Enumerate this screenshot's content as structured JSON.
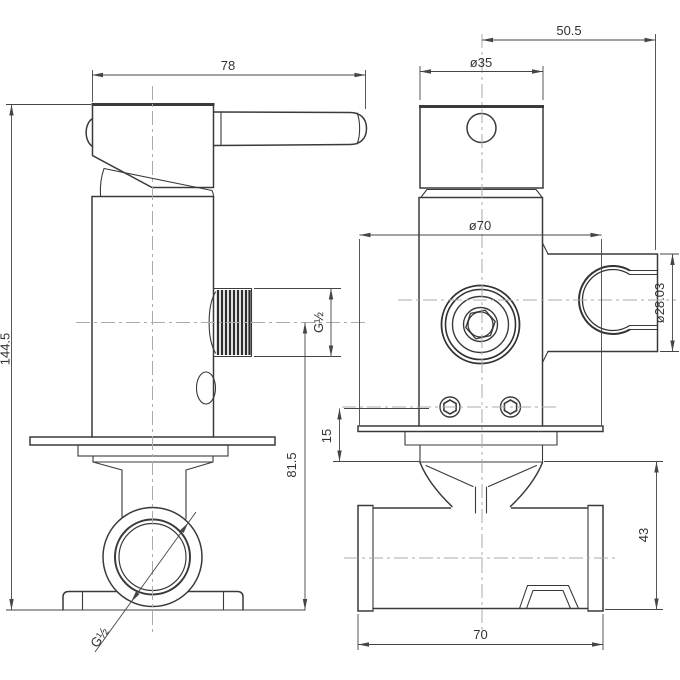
{
  "colors": {
    "line": "#3a3a3a",
    "centerline": "#ababab",
    "dimension": "#454545",
    "text": "#333333",
    "background": "#ffffff"
  },
  "views": {
    "side": {
      "dims": {
        "overall_width": "78",
        "overall_height": "144.5",
        "outlet_axis_to_base": "81.5",
        "outlet_thread": "G½",
        "inlet_thread": "G½"
      }
    },
    "front": {
      "dims": {
        "cap_diameter": "ø35",
        "center_to_holder_edge": "50.5",
        "plate_diameter": "ø70",
        "holder_bore": "ø28.03",
        "screw_offset": "15",
        "pipe_height": "43",
        "pipe_width": "70"
      }
    }
  }
}
